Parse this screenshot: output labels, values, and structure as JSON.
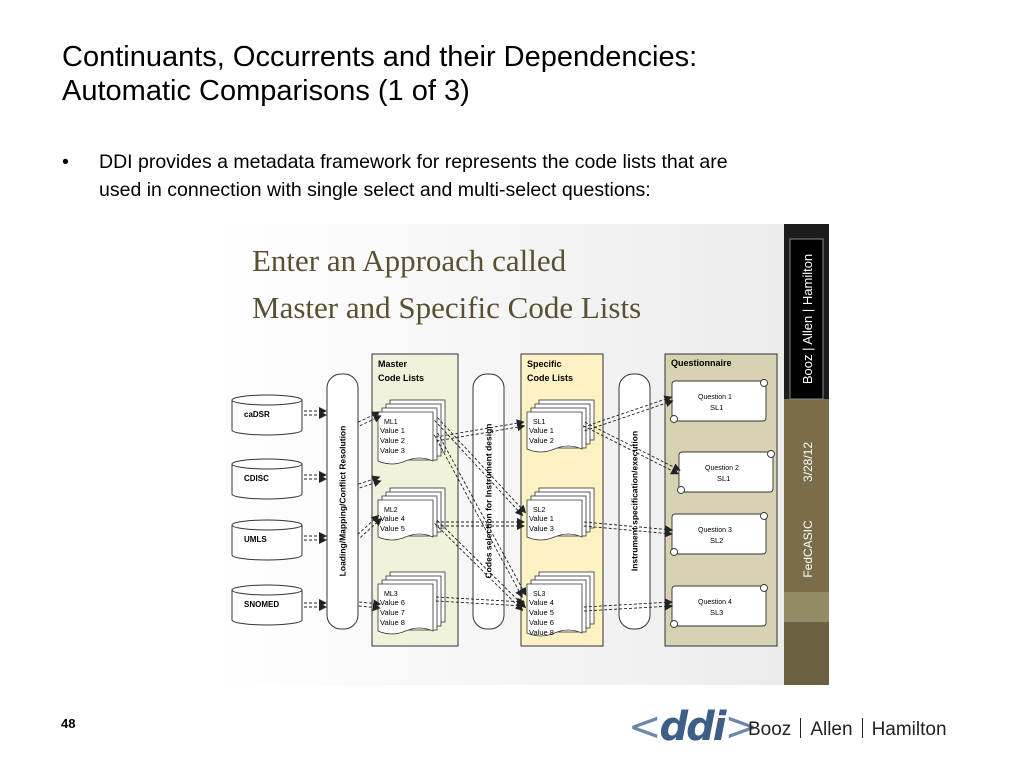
{
  "slide": {
    "title_line1": "Continuants, Occurrents and their Dependencies:",
    "title_line2": "Automatic Comparisons (1 of 3)",
    "bullet_symbol": "•",
    "bullet_line1": "DDI provides a metadata framework for represents the code lists that are",
    "bullet_line2": "used in connection with single select and multi-select questions:",
    "page_number": "48"
  },
  "footer": {
    "ddi_open": "<",
    "ddi_text": "ddi",
    "ddi_close": ">",
    "company_parts": [
      "Booz",
      "Allen",
      "Hamilton"
    ]
  },
  "diagram": {
    "heading_line1": "Enter an Approach called",
    "heading_line2": "Master and Specific Code Lists",
    "sidebar": {
      "brand_parts": [
        "Booz",
        "Allen",
        "Hamilton"
      ],
      "date": "3/28/12",
      "event": "FedCASIC"
    },
    "sources": [
      "caDSR",
      "CDISC",
      "UMLS",
      "SNOMED"
    ],
    "process_labels": [
      "Loading/Mapping/Conflict Resolution",
      "Codes selection for Instrument design",
      "Instrument specification/execution"
    ],
    "master_title": [
      "Master",
      "Code Lists"
    ],
    "masters": [
      {
        "name": "ML1",
        "values": [
          "Value 1",
          "Value 2",
          "Value 3"
        ]
      },
      {
        "name": "ML2",
        "values": [
          "Value 4",
          "Value 5"
        ]
      },
      {
        "name": "ML3",
        "values": [
          "Value 6",
          "Value 7",
          "Value 8"
        ]
      }
    ],
    "specific_title": [
      "Specific",
      "Code Lists"
    ],
    "specifics": [
      {
        "name": "SL1",
        "values": [
          "Value 1",
          "Value 2"
        ]
      },
      {
        "name": "SL2",
        "values": [
          "Value 1",
          "Value 3"
        ]
      },
      {
        "name": "SL3",
        "values": [
          "Value 4",
          "Value 5",
          "Value 6",
          "Value 8"
        ]
      }
    ],
    "questionnaire_title": "Questionnaire",
    "questions": [
      {
        "name": "Question 1",
        "list": "SL1"
      },
      {
        "name": "Question 2",
        "list": "SL1"
      },
      {
        "name": "Question 3",
        "list": "SL2"
      },
      {
        "name": "Question 4",
        "list": "SL3"
      }
    ]
  },
  "colors": {
    "heading": "#5a5030",
    "panel": "#f2f2dc",
    "specific_panel": "#fdf2c4",
    "questionnaire_panel": "#d6d2b2",
    "sidebar": "#7a6e4a",
    "sidebar_dark": "#1c1c1c",
    "arrow": "#222222",
    "ddi_blue": "#3d5f86"
  }
}
